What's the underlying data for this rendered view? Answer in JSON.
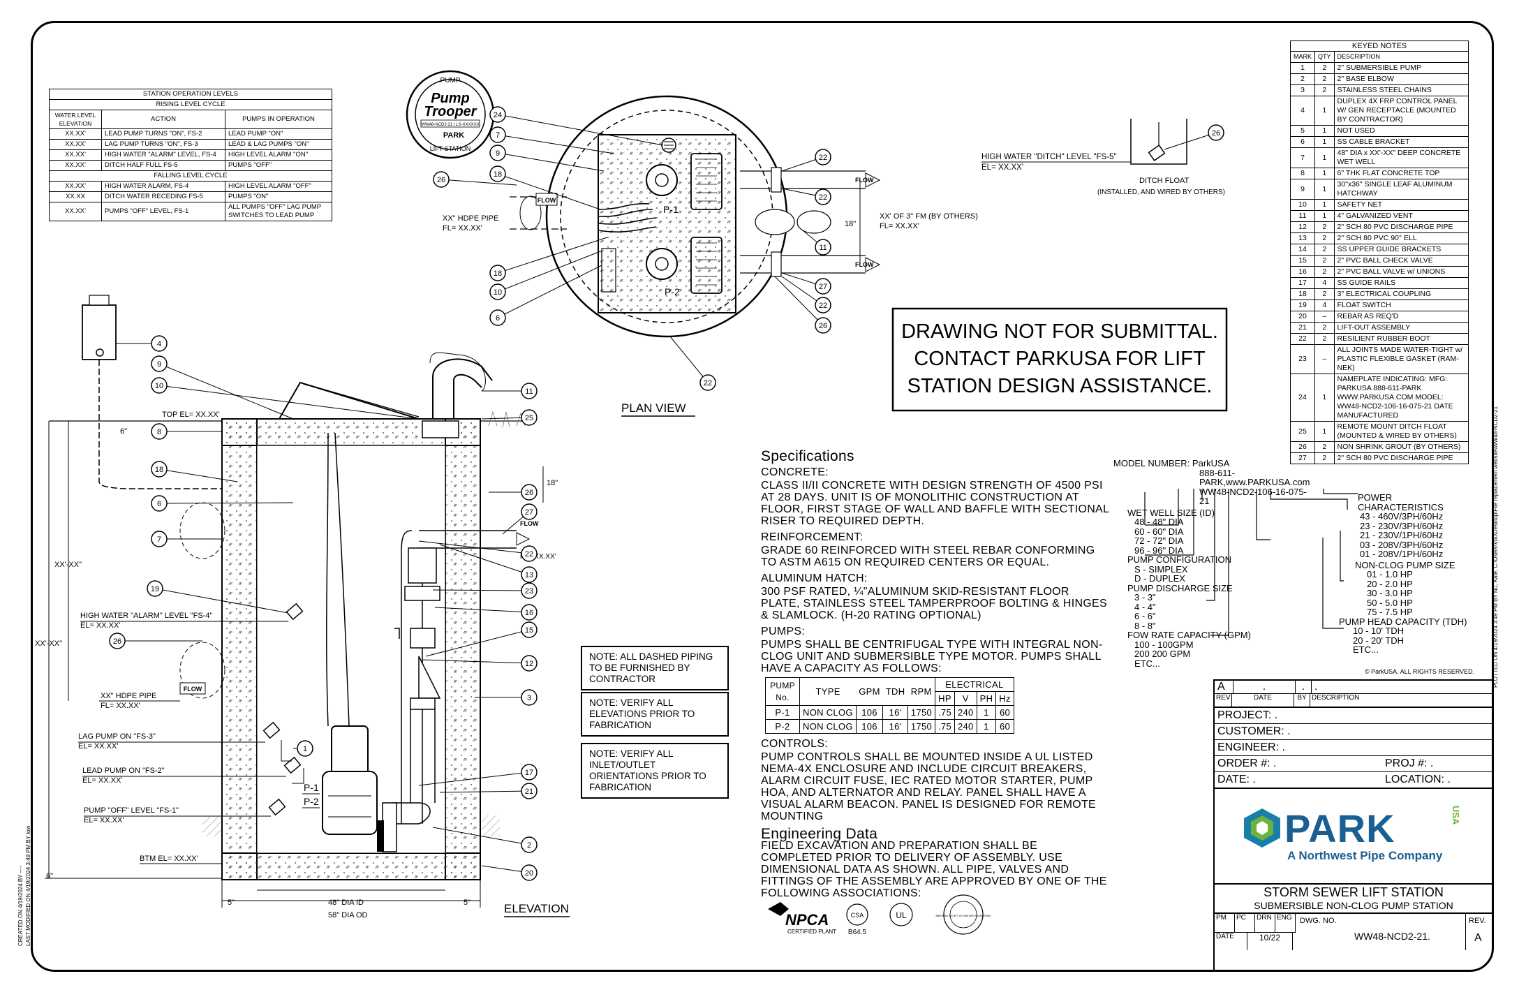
{
  "station_operation_levels": {
    "title": "STATION OPERATION LEVELS",
    "rising_title": "RISING LEVEL CYCLE",
    "falling_title": "FALLING LEVEL CYCLE",
    "headers": [
      "WATER LEVEL ELEVATION",
      "ACTION",
      "PUMPS IN OPERATION"
    ],
    "rising": [
      [
        "XX.XX'",
        "LEAD PUMP TURNS \"ON\", FS-2",
        "LEAD PUMP \"ON\""
      ],
      [
        "XX.XX'",
        "LAG PUMP TURNS \"ON\", FS-3",
        "LEAD & LAG PUMPS \"ON\""
      ],
      [
        "XX.XX'",
        "HIGH WATER \"ALARM\" LEVEL, FS-4",
        "HIGH LEVEL ALARM \"ON\""
      ],
      [
        "XX.XX'",
        "DITCH HALF FULL FS-5",
        "PUMPS \"OFF\""
      ]
    ],
    "falling": [
      [
        "XX.XX'",
        "HIGH WATER ALARM, FS-4",
        "HIGH LEVEL ALARM \"OFF\""
      ],
      [
        "XX.XX",
        "DITCH WATER RECEDING FS-5",
        "PUMPS \"ON\""
      ],
      [
        "XX.XX'",
        "PUMPS \"OFF\" LEVEL, FS-1",
        "ALL PUMPS \"OFF\" LAG PUMP SWITCHES TO LEAD PUMP"
      ]
    ]
  },
  "keyed_notes": {
    "title": "KEYED NOTES",
    "headers": [
      "MARK",
      "QTY",
      "DESCRIPTION"
    ],
    "rows": [
      [
        "1",
        "2",
        "2\" SUBMERSIBLE PUMP"
      ],
      [
        "2",
        "2",
        "2\" BASE ELBOW"
      ],
      [
        "3",
        "2",
        "STAINLESS STEEL CHAINS"
      ],
      [
        "4",
        "1",
        "DUPLEX 4X FRP CONTROL PANEL W/ GEN RECEPTACLE (MOUNTED BY CONTRACTOR)"
      ],
      [
        "5",
        "1",
        "NOT USED"
      ],
      [
        "6",
        "1",
        "SS CABLE BRACKET"
      ],
      [
        "7",
        "1",
        "48\" DIA x XX'-XX\" DEEP CONCRETE WET WELL"
      ],
      [
        "8",
        "1",
        "6\" THK FLAT CONCRETE TOP"
      ],
      [
        "9",
        "1",
        "30\"x36\" SINGLE LEAF ALUMINUM HATCHWAY"
      ],
      [
        "10",
        "1",
        "SAFETY NET"
      ],
      [
        "11",
        "1",
        "4\" GALVANIZED VENT"
      ],
      [
        "12",
        "2",
        "2\" SCH 80 PVC DISCHARGE PIPE"
      ],
      [
        "13",
        "2",
        "2\" SCH 80 PVC 90° ELL"
      ],
      [
        "14",
        "2",
        "SS UPPER GUIDE BRACKETS"
      ],
      [
        "15",
        "2",
        "2\" PVC BALL CHECK VALVE"
      ],
      [
        "16",
        "2",
        "2\" PVC BALL VALVE w/ UNIONS"
      ],
      [
        "17",
        "4",
        "SS GUIDE RAILS"
      ],
      [
        "18",
        "2",
        "3\" ELECTRICAL COUPLING"
      ],
      [
        "19",
        "4",
        "FLOAT SWITCH"
      ],
      [
        "20",
        "–",
        "REBAR AS REQ'D"
      ],
      [
        "21",
        "2",
        "LIFT-OUT ASSEMBLY"
      ],
      [
        "22",
        "2",
        "RESILIENT RUBBER BOOT"
      ],
      [
        "23",
        "–",
        "ALL JOINTS MADE WATER-TIGHT w/ PLASTIC FLEXIBLE GASKET (RAM-NEK)"
      ],
      [
        "24",
        "1",
        "NAMEPLATE INDICATING: MFG: PARKUSA 888-611-PARK WWW.PARKUSA.COM MODEL: WW48-NCD2-106-16-075-21 DATE MANUFACTURED"
      ],
      [
        "25",
        "1",
        "REMOTE MOUNT DITCH FLOAT (MOUNTED & WIRED BY OTHERS)"
      ],
      [
        "26",
        "2",
        "NON SHRINK GROUT (BY OTHERS)"
      ],
      [
        "27",
        "2",
        "2\" SCH 80 PVC DISCHARGE PIPE"
      ]
    ]
  },
  "logo_badge": {
    "top": "PUMP",
    "brand1": "Pump",
    "brand2": "Trooper",
    "serial": "WW48-NCD2-21 | LS-XXXXXX",
    "park": "PARK",
    "bottom": "LIFT STATION"
  },
  "plan_view": {
    "title": "PLAN VIEW",
    "marks_left": [
      "24",
      "7",
      "9",
      "26",
      "18",
      "18",
      "10",
      "6"
    ],
    "marks_right": [
      "22",
      "22",
      "11",
      "27",
      "22",
      "26"
    ],
    "mark_bottom": "22",
    "p1": "P-1",
    "p2": "P-2",
    "inlet_pipe": "XX\" HDPE PIPE",
    "inlet_fl": "FL= XX.XX'",
    "flow": "FLOW",
    "fm_label": "XX' OF 3\" FM (BY OTHERS)",
    "fm_fl": "FL= XX.XX'",
    "dim_18": "18\""
  },
  "ditch": {
    "label": "HIGH WATER \"DITCH\" LEVEL \"FS-5\"",
    "el": "EL= XX.XX'",
    "mark": "26",
    "float_title": "DITCH FLOAT",
    "float_note": "(INSTALLED, AND WIRED BY OTHERS)"
  },
  "warning": {
    "line1": "DRAWING NOT FOR SUBMITTAL.",
    "line2": "CONTACT PARKUSA FOR LIFT",
    "line3": "STATION DESIGN ASSISTANCE."
  },
  "elevation": {
    "title": "ELEVATION",
    "top_el": "TOP EL= XX.XX'",
    "btm_el": "BTM EL= XX.XX'",
    "dim_6a": "6\"",
    "dim_6b": "6\"",
    "dim_5a": "5\"",
    "dim_5b": "5\"",
    "dim_id": "48\" DIA ID",
    "dim_od": "58\" DIA OD",
    "dim_xx1": "XX'-XX\"",
    "dim_xx2": "XX'-XX\"",
    "dim_18": "18\"",
    "alarm": "HIGH WATER \"ALARM\" LEVEL \"FS-4\"",
    "alarm_el": "EL= XX.XX'",
    "hdpe": "XX\" HDPE PIPE",
    "hdpe_fl": "FL= XX.XX'",
    "lag": "LAG PUMP ON \"FS-3\"",
    "lag_el": "EL= XX.XX'",
    "lead": "LEAD PUMP ON \"FS-2\"",
    "lead_el": "EL= XX.XX'",
    "off": "PUMP \"OFF\" LEVEL \"FS-1\"",
    "off_el": "EL= XX.XX'",
    "flow": "FLOW",
    "out_fl": "FL= XX.XX'",
    "p1": "P-1",
    "p2": "P-2",
    "marks_left": [
      "4",
      "9",
      "10",
      "8",
      "18",
      "6",
      "7",
      "19",
      "26",
      "1"
    ],
    "marks_right": [
      "11",
      "25",
      "26",
      "27",
      "22",
      "13",
      "23",
      "16",
      "15",
      "12",
      "3",
      "17",
      "21",
      "2",
      "20"
    ]
  },
  "notes": [
    "NOTE: ALL DASHED PIPING TO BE FURNISHED BY CONTRACTOR",
    "NOTE: VERIFY ALL ELEVATIONS PRIOR TO FABRICATION",
    "NOTE: VERIFY ALL INLET/OUTLET ORIENTATIONS PRIOR TO FABRICATION"
  ],
  "specifications": {
    "title": "Specifications",
    "concrete_h": "CONCRETE:",
    "concrete": "CLASS II/II CONCRETE WITH DESIGN STRENGTH OF 4500 PSI AT 28 DAYS. UNIT IS OF MONOLITHIC CONSTRUCTION AT FLOOR, FIRST STAGE OF WALL AND BAFFLE WITH SECTIONAL RISER TO REQUIRED DEPTH.",
    "reinf_h": "REINFORCEMENT:",
    "reinf": "GRADE 60 REINFORCED WITH STEEL REBAR CONFORMING TO ASTM A615 ON REQUIRED CENTERS OR EQUAL.",
    "hatch_h": "ALUMINUM HATCH:",
    "hatch": "300 PSF RATED, ¼\"ALUMINUM SKID-RESISTANT FLOOR PLATE, STAINLESS STEEL TAMPERPROOF BOLTING & HINGES & SLAMLOCK. (H-20 RATING OPTIONAL)",
    "pumps_h": "PUMPS:",
    "pumps": "PUMPS SHALL BE CENTRIFUGAL TYPE WITH INTEGRAL NON-CLOG UNIT AND SUBMERSIBLE TYPE MOTOR. PUMPS SHALL HAVE A CAPACITY AS FOLLOWS:",
    "controls_h": "CONTROLS:",
    "controls": "PUMP CONTROLS SHALL BE MOUNTED INSIDE A UL LISTED NEMA-4X ENCLOSURE AND INCLUDE CIRCUIT BREAKERS, ALARM CIRCUIT FUSE, IEC RATED MOTOR STARTER, PUMP HOA, AND ALTERNATOR AND RELAY. PANEL SHALL HAVE A VISUAL ALARM BEACON. PANEL IS DESIGNED FOR REMOTE MOUNTING",
    "eng_title": "Engineering Data",
    "eng": "FIELD EXCAVATION AND PREPARATION SHALL BE COMPLETED PRIOR TO DELIVERY OF ASSEMBLY. USE DIMENSIONAL DATA AS SHOWN. ALL PIPE, VALVES AND FITTINGS OF THE ASSEMBLY ARE APPROVED BY ONE OF THE FOLLOWING ASSOCIATIONS:",
    "logos": [
      "NPCA",
      "CERTIFIED PLANT",
      "CSA",
      "B64.5",
      "UL",
      "AMERICAN SOCIETY OF SANITARY ENGINEERING"
    ]
  },
  "pump_table": {
    "headers": [
      "PUMP No.",
      "TYPE",
      "GPM",
      "TDH",
      "RPM",
      "HP",
      "V",
      "PH",
      "Hz"
    ],
    "electrical": "ELECTRICAL",
    "rows": [
      [
        "P-1",
        "NON CLOG",
        "106",
        "16'",
        "1750",
        ".75",
        "240",
        "1",
        "60"
      ],
      [
        "P-2",
        "NON CLOG",
        "106",
        "16'",
        "1750",
        ".75",
        "240",
        "1",
        "60"
      ]
    ]
  },
  "model_number": {
    "label": "MODEL NUMBER: ParkUSA",
    "phone": "888-611-PARK,www.PARKUSA.com",
    "model": "WW48-NCD2-106-16-075-21",
    "wet_well_h": "WET WELL SIZE (ID)",
    "wet_well": [
      "48 - 48\" DIA",
      "60 - 60\" DIA",
      "72 - 72\" DIA",
      "96 - 96\" DIA"
    ],
    "config_h": "PUMP CONFIGURATION",
    "config": [
      "S - SIMPLEX",
      "D - DUPLEX"
    ],
    "discharge_h": "PUMP DISCHARGE SIZE",
    "discharge": [
      "3 - 3\"",
      "4 - 4\"",
      "6 - 6\"",
      "8 - 8\""
    ],
    "flow_h": "FOW RATE CAPACITY (GPM)",
    "flow": [
      "100 - 100GPM",
      "200  200 GPM",
      "ETC..."
    ],
    "power_h": "POWER CHARACTERISTICS",
    "power": [
      "43 - 460V/3PH/60Hz",
      "23 - 230V/3PH/60Hz",
      "21 - 230V/1PH/60Hz",
      "03 - 208V/3PH/60Hz",
      "01 - 208V/1PH/60Hz"
    ],
    "hp_h": "NON-CLOG PUMP SIZE",
    "hp": [
      "01 - 1.0 HP",
      "20 - 2.0 HP",
      "30 - 3.0 HP",
      "50 - 5.0 HP",
      "75 - 7.5 HP"
    ],
    "tdh_h": "PUMP HEAD CAPACITY (TDH)",
    "tdh": [
      "10 - 10' TDH",
      "20 - 20' TDH",
      "ETC..."
    ]
  },
  "copyright": "© ParkUSA. ALL RIGHTS RESERVED.",
  "plotted": "PLOTTED ON 4/19/2024 3:49 PM BY Nu, Kate, C:\\Users\\Vou\\Desktop\\File replacement website\\WW48-NCD2-21",
  "created": "CREATED ON 4/19/2024 BY ----",
  "last_modified": "LAST MODIFIED ON 4/19/2024 3:49 PM BY low",
  "title_block": {
    "rev_row": [
      "A",
      ".",
      ".",
      "."
    ],
    "rev_headers": [
      "REV",
      "DATE",
      "BY",
      "DESCRIPTION"
    ],
    "project": "PROJECT:",
    "project_v": ".",
    "customer": "CUSTOMER:",
    "customer_v": ".",
    "engineer": "ENGINEER:",
    "engineer_v": ".",
    "order": "ORDER #:",
    "order_v": ".",
    "proj": "PROJ #:",
    "proj_v": ".",
    "date": "DATE:",
    "date_v": ".",
    "location": "LOCATION:",
    "location_v": ".",
    "company": "PARK",
    "usa": "USA",
    "tagline": "A Northwest Pipe Company",
    "title1": "STORM SEWER LIFT STATION",
    "title2": "SUBMERSIBLE NON-CLOG PUMP STATION",
    "cols": [
      "PM",
      "PC",
      "DRN",
      "ENG"
    ],
    "dwg_label": "DWG. NO.",
    "dwg": "WW48-NCD2-21.",
    "rev_label": "REV.",
    "rev": "A",
    "date2_label": "DATE",
    "date2": "10/22"
  }
}
